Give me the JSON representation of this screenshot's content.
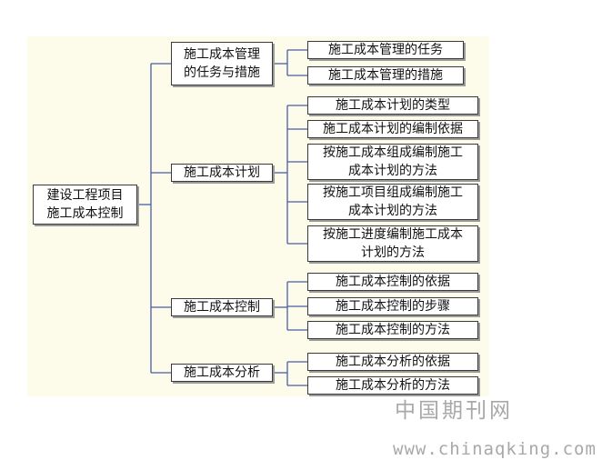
{
  "root": {
    "label": "建设工程项目\n施工成本控制"
  },
  "branches": [
    {
      "label": "施工成本管理\n的任务与措施",
      "children": [
        "施工成本管理的任务",
        "施工成本管理的措施"
      ]
    },
    {
      "label": "施工成本计划",
      "children": [
        "施工成本计划的类型",
        "施工成本计划的编制依据",
        "按施工成本组成编制施工\n成本计划的方法",
        "按施工项目组成编制施工\n成本计划的方法",
        "按施工进度编制施工成本\n计划的方法"
      ]
    },
    {
      "label": "施工成本控制",
      "children": [
        "施工成本控制的依据",
        "施工成本控制的步骤",
        "施工成本控制的方法"
      ]
    },
    {
      "label": "施工成本分析",
      "children": [
        "施工成本分析的依据",
        "施工成本分析的方法"
      ]
    }
  ],
  "watermark": {
    "cn": "中国期刊网",
    "url": "www.chinaqking.com"
  },
  "colors": {
    "canvas": "#fdfbe9",
    "line": "#4a5ea8",
    "border": "#3a3a3a",
    "watermark": "#a8a8a8"
  }
}
